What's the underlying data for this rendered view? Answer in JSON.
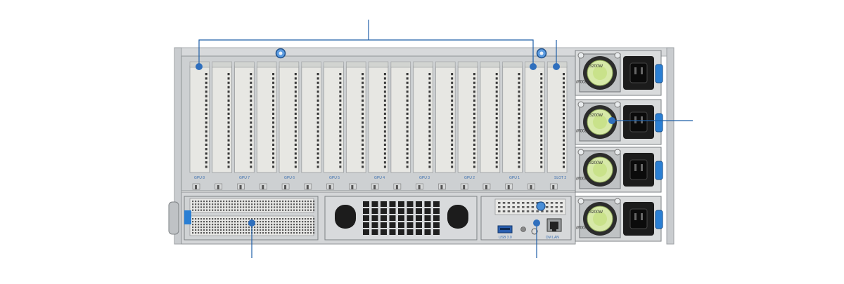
{
  "gpu_slot_labels": [
    "GPU 8",
    "GPU 7",
    "GPU 6",
    "GPU 5",
    "GPU 4",
    "GPU 3",
    "GPU 2",
    "GPU 1",
    "SLOT 2"
  ],
  "psu_rating_label": "3200W",
  "io_port_labels": {
    "usb": "USB 3.0",
    "lan": "DM LAN"
  },
  "colors": {
    "callout": "#1f5fa8",
    "callout_dot": "#2f6fbd",
    "chassis": "#cfd2d4",
    "slot_bracket": "#e6e6e2",
    "psu_green": "#c9e28a",
    "latch_blue": "#2a7fd4"
  },
  "icons": [
    "callout-dot",
    "thumbscrew-icon",
    "power-inlet-icon",
    "usb-port-icon",
    "rj45-port-icon"
  ]
}
